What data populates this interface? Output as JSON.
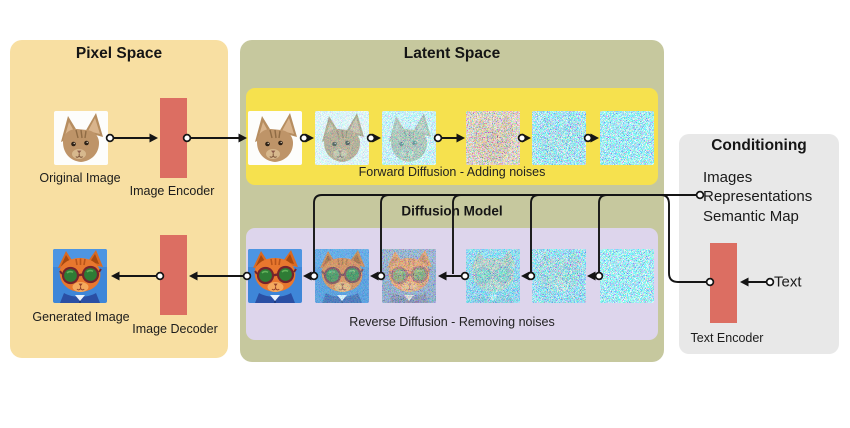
{
  "colors": {
    "pixel": "#F8DFA2",
    "latent": "#C6C89E",
    "forward": "#F6E14E",
    "reverse": "#DDD5EC",
    "conditioning": "#E8E8E8",
    "encoder": "#DC6E62",
    "line": "#151515"
  },
  "pixel_space": {
    "title": "Pixel Space",
    "original_image_label": "Original Image",
    "image_encoder_label": "Image Encoder",
    "generated_image_label": "Generated Image",
    "image_decoder_label": "Image Decoder"
  },
  "latent_space": {
    "title": "Latent Space",
    "diffusion_model_label": "Diffusion Model",
    "forward_caption": "Forward Diffusion - Adding noises",
    "reverse_caption": "Reverse Diffusion - Removing noises"
  },
  "conditioning": {
    "title": "Conditioning",
    "inputs": [
      "Images",
      "Representations",
      "Semantic Map"
    ],
    "text_label": "Text",
    "text_encoder_label": "Text Encoder"
  }
}
